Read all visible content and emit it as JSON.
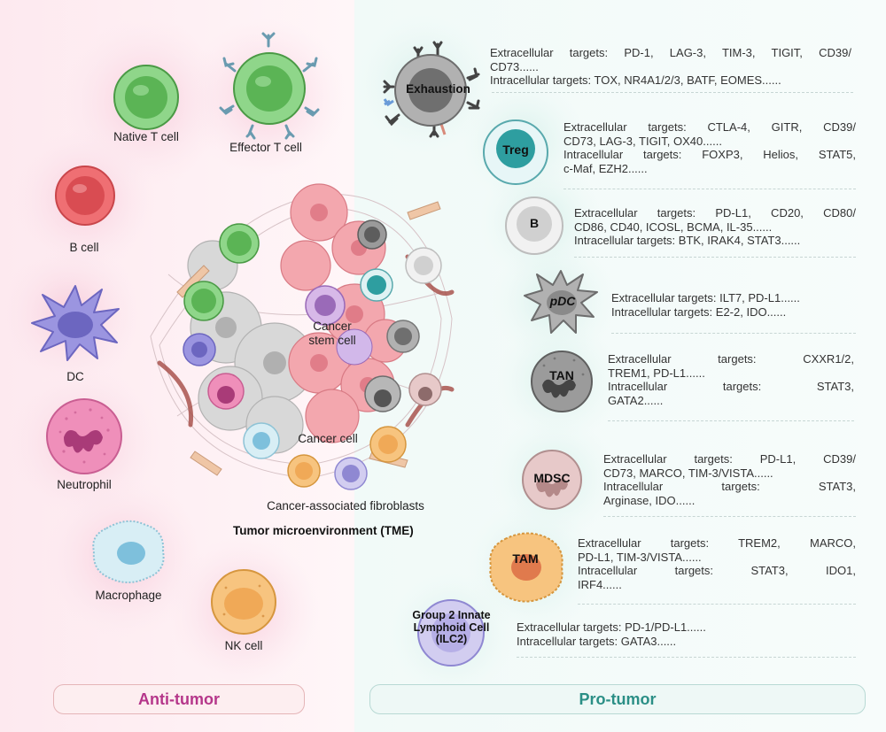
{
  "anti_tumor": {
    "cells": [
      {
        "name": "Native T cell"
      },
      {
        "name": "Effector T cell"
      },
      {
        "name": "B cell"
      },
      {
        "name": "DC"
      },
      {
        "name": "Neutrophil"
      },
      {
        "name": "Macrophage"
      },
      {
        "name": "NK cell"
      }
    ],
    "panel_label": "Anti-tumor"
  },
  "tme": {
    "cancer_stem_cell": "Cancer\nstem cell",
    "cancer_cell": "Cancer cell",
    "fibroblasts": "Cancer-associated fibroblasts",
    "title": "Tumor microenvironment (TME)"
  },
  "pro_tumor": {
    "panel_label": "Pro-tumor",
    "cells": [
      {
        "name": "Exhaustion",
        "lines": [
          "Extracellular targets: PD-1, LAG-3, TIM-3, TIGIT, CD39/",
          "CD73......",
          "Intracellular targets: TOX, NR4A1/2/3, BATF, EOMES......"
        ]
      },
      {
        "name": "Treg",
        "lines": [
          "Extracellular targets: CTLA-4, GITR, CD39/",
          "CD73, LAG-3, TIGIT, OX40......",
          "Intracellular targets: FOXP3, Helios, STAT5,",
          "c-Maf, EZH2......"
        ]
      },
      {
        "name": "B",
        "lines": [
          "Extracellular targets: PD-L1, CD20, CD80/",
          "CD86, CD40, ICOSL, BCMA, IL-35......",
          "Intracellular targets: BTK, IRAK4, STAT3......"
        ]
      },
      {
        "name": "pDC",
        "lines": [
          "Extracellular targets: ILT7, PD-L1......",
          "Intracellular targets: E2-2, IDO......"
        ]
      },
      {
        "name": "TAN",
        "lines": [
          "Extracellular targets: CXXR1/2,",
          "TREM1, PD-L1......",
          "Intracellular targets: STAT3,",
          "GATA2......"
        ]
      },
      {
        "name": "MDSC",
        "lines": [
          "Extracellular targets: PD-L1, CD39/",
          "CD73, MARCO, TIM-3/VISTA......",
          "Intracellular targets: STAT3,",
          "Arginase, IDO......"
        ]
      },
      {
        "name": "TAM",
        "lines": [
          "Extracellular targets: TREM2, MARCO,",
          "PD-L1, TIM-3/VISTA......",
          "Intracellular targets: STAT3, IDO1,",
          "IRF4......"
        ]
      },
      {
        "name": "Group 2 Innate\nLymphoid Cell\n(ILC2)",
        "lines": [
          "Extracellular targets: PD-1/PD-L1......",
          "Intracellular targets: GATA3......"
        ]
      }
    ]
  },
  "colors": {
    "anti_tumor_accent": "#b5368a",
    "pro_tumor_accent": "#2b8f86"
  }
}
